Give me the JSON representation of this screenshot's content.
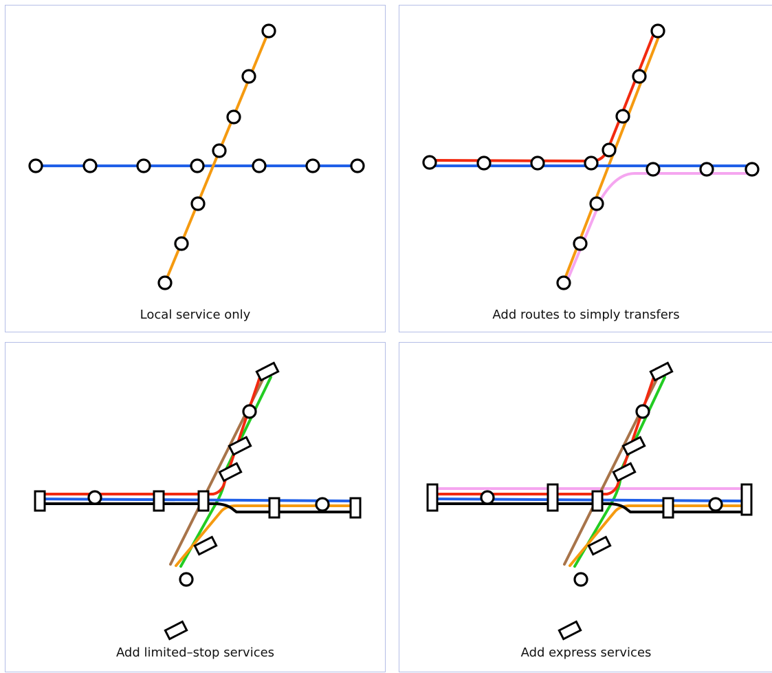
{
  "panels": [
    {
      "caption": "Local service only"
    },
    {
      "caption": "Add routes to simply transfers"
    },
    {
      "caption": "Add limited–stop services"
    },
    {
      "caption": "Add express services"
    }
  ],
  "colors": {
    "blue": "#2060e8",
    "orange": "#f59a10",
    "red": "#f22a10",
    "pink": "#f5a6f0",
    "brown": "#a8744a",
    "green": "#22cc22",
    "black": "#000000",
    "panel_border": "#b4bde6"
  }
}
